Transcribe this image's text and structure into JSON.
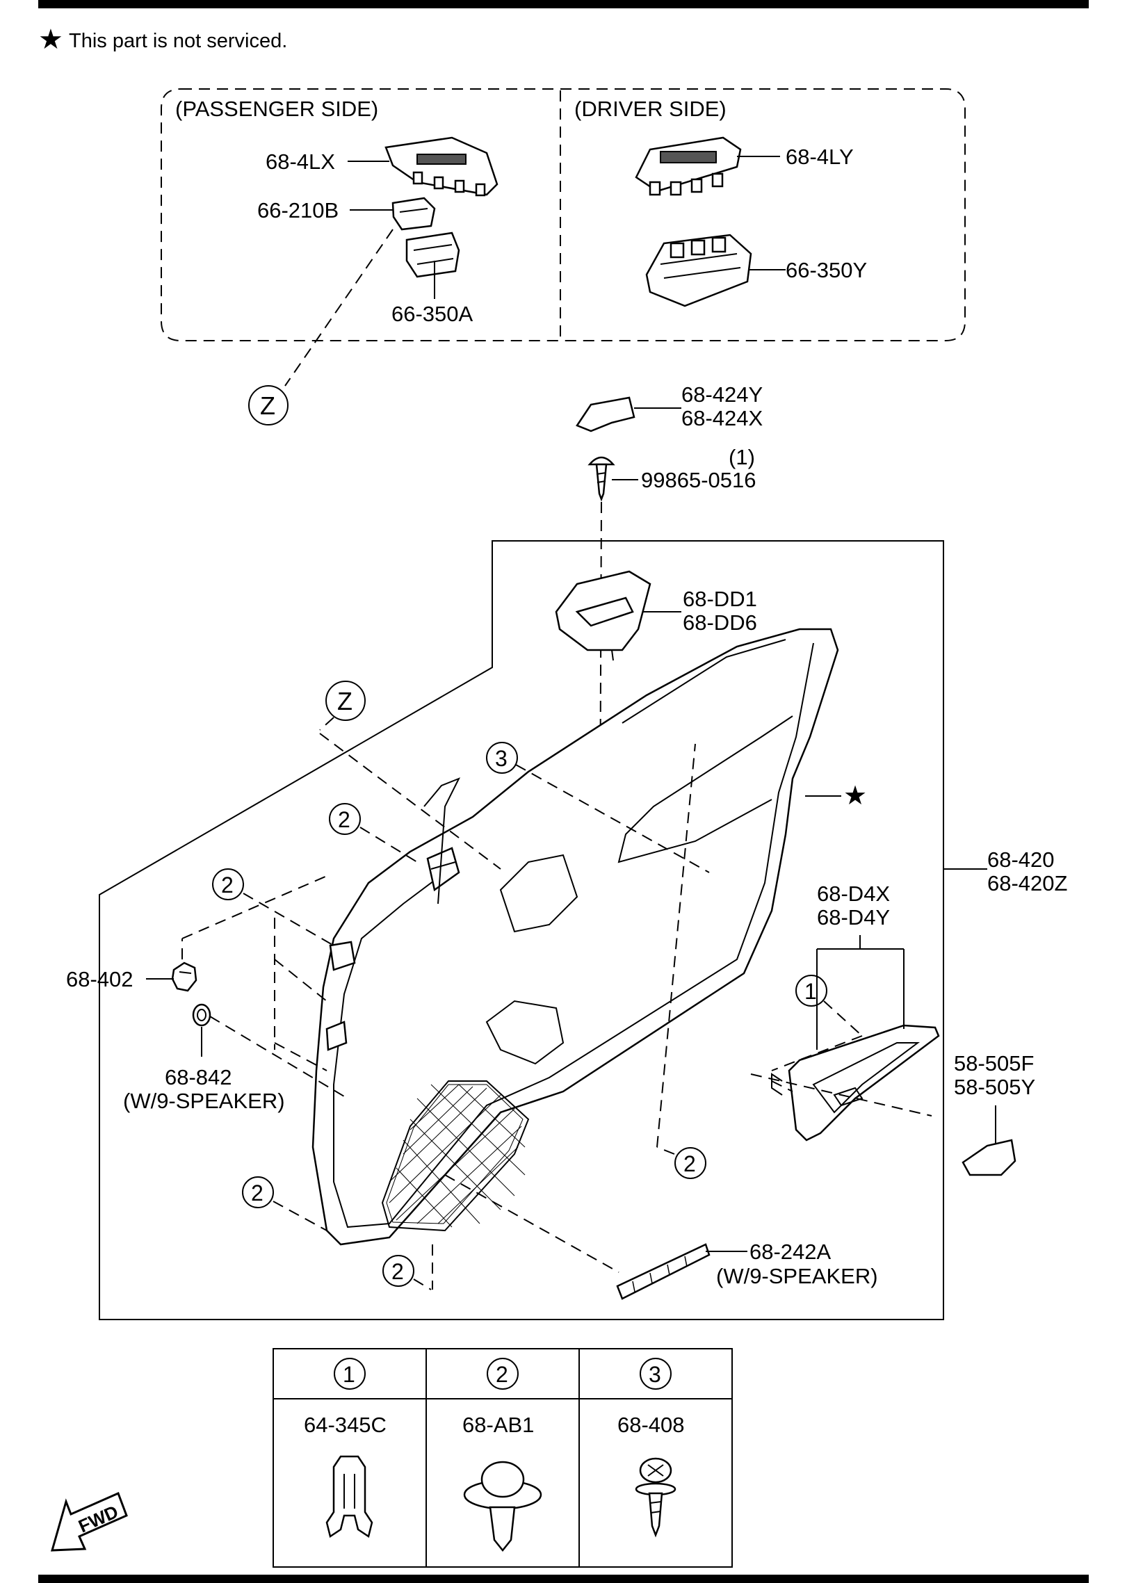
{
  "note": {
    "text": "This part is not serviced."
  },
  "panels": {
    "passenger_title": "(PASSENGER SIDE)",
    "driver_title": "(DRIVER SIDE)"
  },
  "callouts": {
    "p_68_4LX": "68-4LX",
    "p_66_210B": "66-210B",
    "p_66_350A": "66-350A",
    "p_68_4LY": "68-4LY",
    "p_66_350Y": "66-350Y",
    "p_68_424Y": "68-424Y",
    "p_68_424X": "68-424X",
    "qty_1": "(1)",
    "p_99865_0516": "99865-0516",
    "p_68_DD1": "68-DD1",
    "p_68_DD6": "68-DD6",
    "p_68_402": "68-402",
    "p_68_420": "68-420",
    "p_68_420Z": "68-420Z",
    "p_68_D4X": "68-D4X",
    "p_68_D4Y": "68-D4Y",
    "p_68_842": "68-842",
    "w9_speaker_a": "(W/9-SPEAKER)",
    "p_58_505F": "58-505F",
    "p_58_505Y": "58-505Y",
    "p_68_242A": "68-242A",
    "w9_speaker_b": "(W/9-SPEAKER)"
  },
  "refs": {
    "z": "Z",
    "one": "1",
    "two": "2",
    "three": "3"
  },
  "legend": {
    "headers": [
      "1",
      "2",
      "3"
    ],
    "parts": [
      "64-345C",
      "68-AB1",
      "68-408"
    ]
  },
  "fwd_label": "FWD"
}
